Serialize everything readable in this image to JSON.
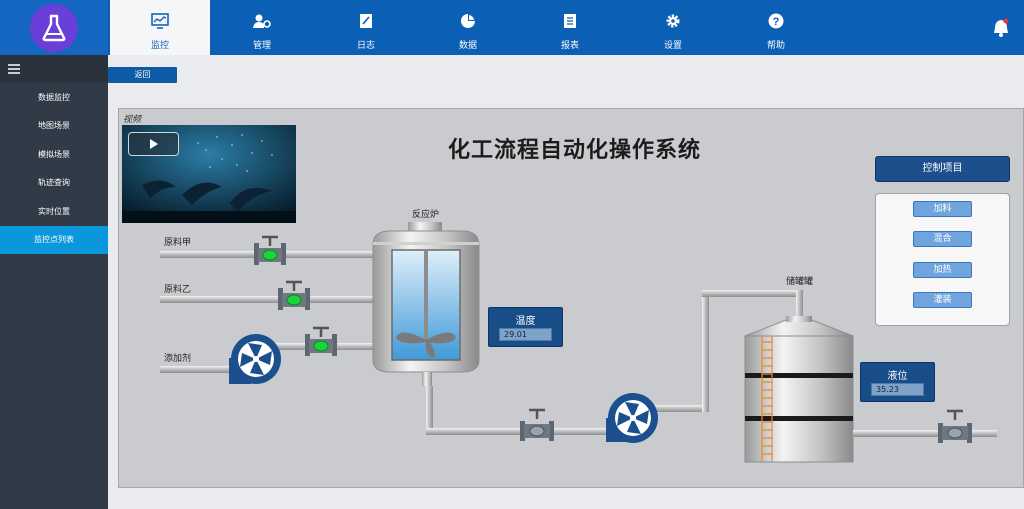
{
  "nav": {
    "tabs": [
      {
        "label": "监控",
        "icon": "monitor-icon",
        "active": true
      },
      {
        "label": "管理",
        "icon": "user-gear-icon"
      },
      {
        "label": "日志",
        "icon": "log-icon"
      },
      {
        "label": "数据",
        "icon": "pie-chart-icon"
      },
      {
        "label": "报表",
        "icon": "report-icon"
      },
      {
        "label": "设置",
        "icon": "gear-icon"
      },
      {
        "label": "帮助",
        "icon": "help-icon"
      }
    ]
  },
  "sidebar": {
    "items": [
      {
        "label": "数据监控"
      },
      {
        "label": "地图场景"
      },
      {
        "label": "模拟场景"
      },
      {
        "label": "轨迹查询"
      },
      {
        "label": "实时位置"
      },
      {
        "label": "监控点列表",
        "active": true
      }
    ]
  },
  "toolbar": {
    "back_label": "返回"
  },
  "scene": {
    "video_label": "视频",
    "title": "化工流程自动化操作系统",
    "inputs": [
      "原料甲",
      "原料乙",
      "添加剂"
    ],
    "reactor_label": "反应炉",
    "tank_label": "储罐罐",
    "temperature": {
      "label": "温度",
      "value": "29.01"
    },
    "level": {
      "label": "液位",
      "value": "35.23"
    }
  },
  "control": {
    "title": "控制项目",
    "buttons": [
      "加料",
      "混合",
      "加热",
      "灌装"
    ]
  },
  "colors": {
    "topbar": "#0b5fb4",
    "sidebar": "#313a47",
    "sidebar_active": "#0a97dc",
    "gauge": "#184d88",
    "valve_green": "#19d43a",
    "pump_blue": "#1b4f8d"
  }
}
